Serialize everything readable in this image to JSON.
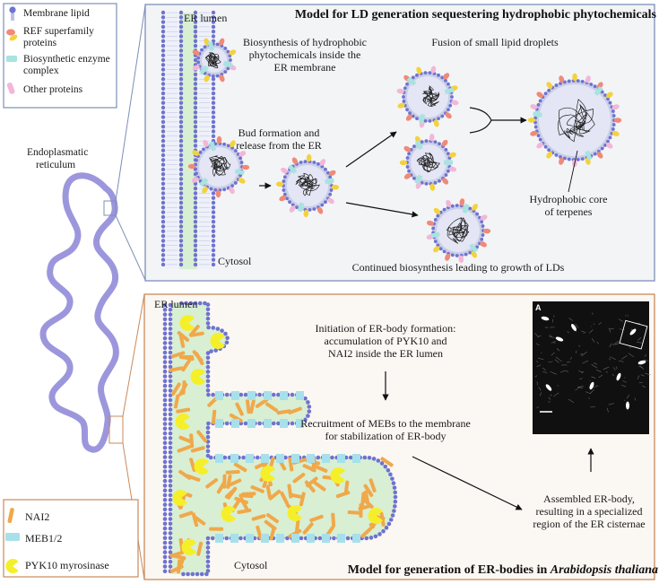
{
  "legend_top": {
    "items": [
      {
        "label_lines": [
          "Membrane lipid"
        ],
        "icon": "membrane-lipid-icon"
      },
      {
        "label_lines": [
          "REF superfamily",
          "proteins"
        ],
        "icon": "ref-protein-icon"
      },
      {
        "label_lines": [
          "Biosynthetic enzyme",
          "complex"
        ],
        "icon": "enzyme-complex-icon"
      },
      {
        "label_lines": [
          "Other proteins"
        ],
        "icon": "other-protein-icon"
      }
    ]
  },
  "er_label": [
    "Endoplasmatic",
    "reticulum"
  ],
  "panel_top": {
    "title": "Model for LD generation sequestering hydrophobic phytochemicals",
    "er_lumen": "ER lumen",
    "cytosol": "Cytosol",
    "biosynthesis": [
      "Biosynthesis of hydrophobic",
      "phytochemicals inside the",
      "ER membrane"
    ],
    "bud": [
      "Bud formation and",
      "release from the ER"
    ],
    "fusion": "Fusion of small lipid droplets",
    "core": [
      "Hydrophobic core",
      "of terpenes"
    ],
    "growth": "Continued biosynthesis leading to growth of LDs"
  },
  "panel_bottom": {
    "title_plain": "Model for generation of ER-bodies in ",
    "title_italic": "Arabidopsis thaliana",
    "er_lumen": "ER lumen",
    "cytosol": "Cytosol",
    "initiation": [
      "Initiation of ER-body formation:",
      "accumulation of PYK10 and",
      "NAI2 inside the ER lumen"
    ],
    "recruitment": [
      "Recruitment of MEBs to the membrane",
      "for stabilization of ER-body"
    ],
    "assembled": [
      "Assembled ER-body,",
      "resulting in a specialized",
      "region of the ER cisternae"
    ],
    "micrograph_label": "A"
  },
  "legend_bottom": {
    "items": [
      {
        "label": "NAI2",
        "icon": "nai2-icon"
      },
      {
        "label": "MEB1/2",
        "icon": "meb-icon"
      },
      {
        "label": "PYK10 myrosinase",
        "icon": "pyk10-icon"
      }
    ]
  },
  "colors": {
    "lipid_head": "#6f72cf",
    "er_border_top": "#7c8fb8",
    "er_border_bottom": "#c98a5a",
    "panel_bg": "#f3f4f6",
    "lumen_green": "#d8efd3",
    "ref_salmon": "#ef8a78",
    "ref_yellow": "#f3d23c",
    "enzyme_teal": "#a8e3df",
    "other_pink": "#f2b7d8",
    "nai2_orange": "#f0a84a",
    "meb_blue": "#a7e0ea",
    "pyk10_yellow": "#f5ef2a",
    "er_purple": "#9c97dc"
  }
}
